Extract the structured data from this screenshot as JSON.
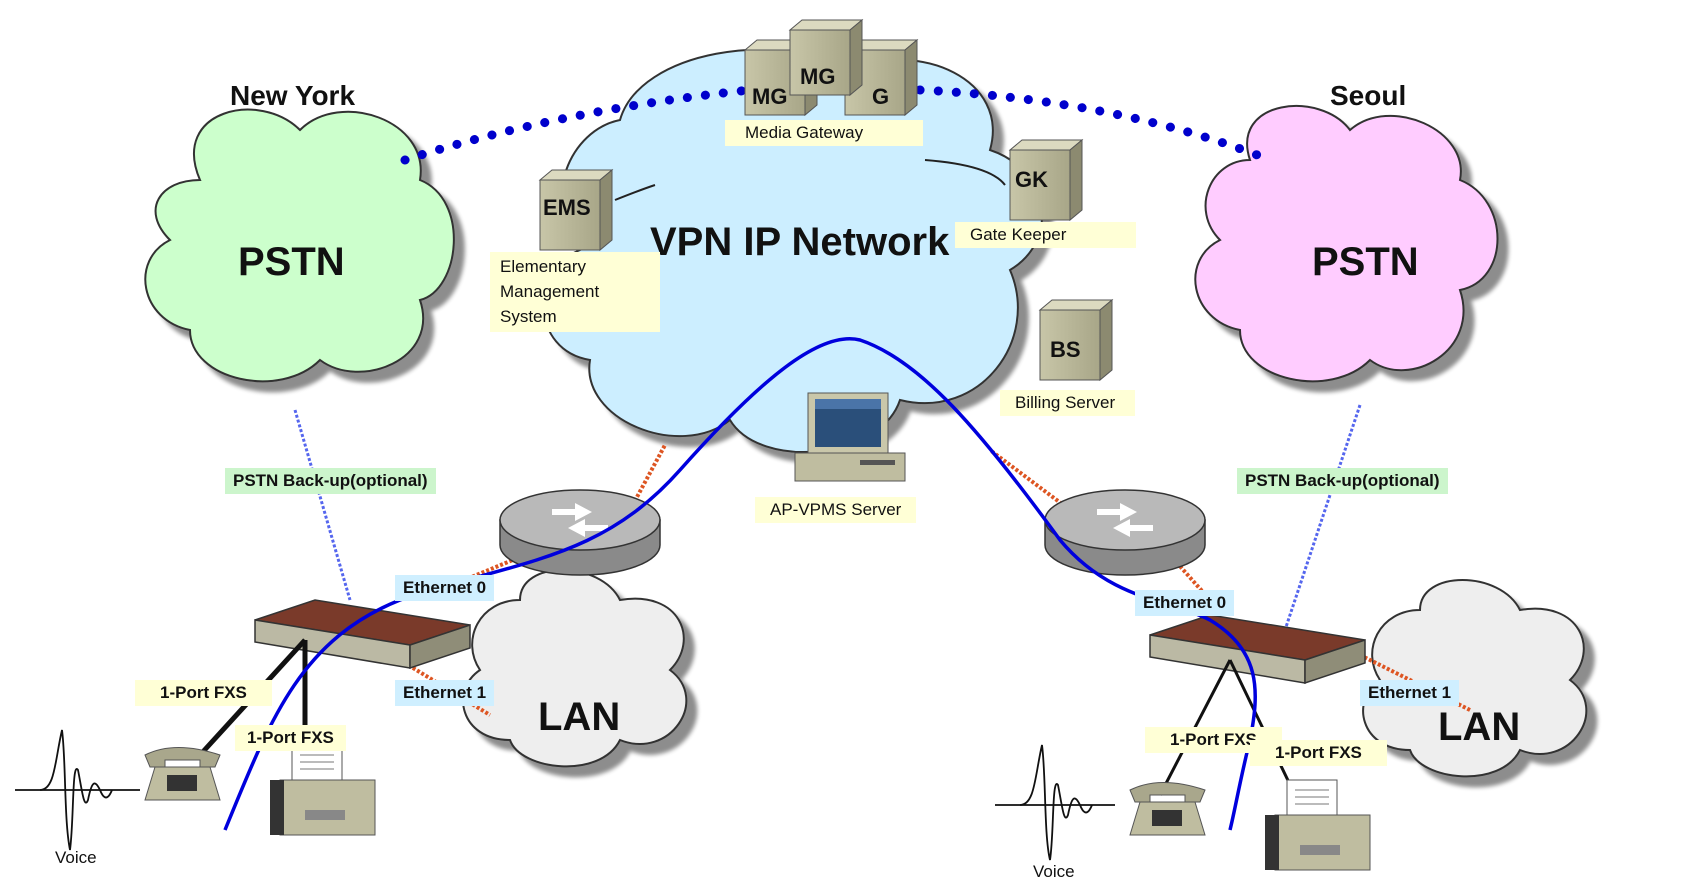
{
  "cities": {
    "left": "New York",
    "right": "Seoul"
  },
  "clouds": {
    "pstn_left": "PSTN",
    "pstn_right": "PSTN",
    "vpn": "VPN IP Network",
    "lan_left": "LAN",
    "lan_right": "LAN"
  },
  "servers": {
    "mg1": "MG",
    "mg2": "MG",
    "mg3": "G",
    "ems": "EMS",
    "gk": "GK",
    "bs": "BS"
  },
  "labels": {
    "media_gateway": "Media Gateway",
    "gate_keeper": "Gate Keeper",
    "billing_server": "Billing Server",
    "ems_line1": "Elementary",
    "ems_line2": "Management",
    "ems_line3": "System",
    "ap_vpms": "AP-VPMS Server",
    "pstn_backup_left": "PSTN Back-up(optional)",
    "pstn_backup_right": "PSTN Back-up(optional)",
    "eth0_left": "Ethernet 0",
    "eth1_left": "Ethernet 1",
    "eth0_right": "Ethernet 0",
    "eth1_right": "Ethernet 1",
    "fxs_left_1": "1-Port FXS",
    "fxs_left_2": "1-Port FXS",
    "fxs_right_1": "1-Port FXS",
    "fxs_right_2": "1-Port FXS",
    "voice_left": "Voice",
    "voice_right": "Voice"
  },
  "colors": {
    "pstn_left_fill": "#ccffcc",
    "pstn_right_fill": "#ffccff",
    "vpn_fill": "#cceeff",
    "lan_fill": "#eeeeee",
    "dotted_link": "#0000cc",
    "call_path": "#0000dd",
    "backup_link": "#5566ee",
    "ethernet_link": "#dd5522"
  }
}
